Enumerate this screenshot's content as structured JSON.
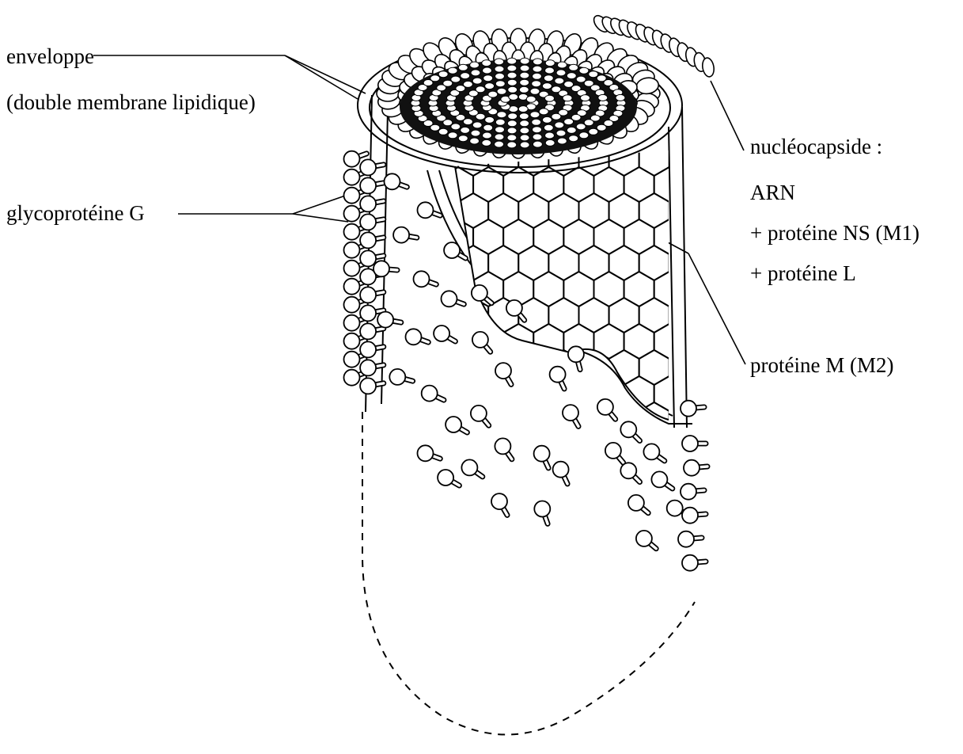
{
  "labels": {
    "envelope_line1": "enveloppe",
    "envelope_line2": "(double membrane lipidique)",
    "glyco": "glycoprotéine G",
    "nucleo_title": "nucléocapside :",
    "nucleo_arn": "ARN",
    "nucleo_ns": "+ protéine NS (M1)",
    "nucleo_l": "+ protéine L",
    "protein_m": "protéine M (M2)"
  }
}
